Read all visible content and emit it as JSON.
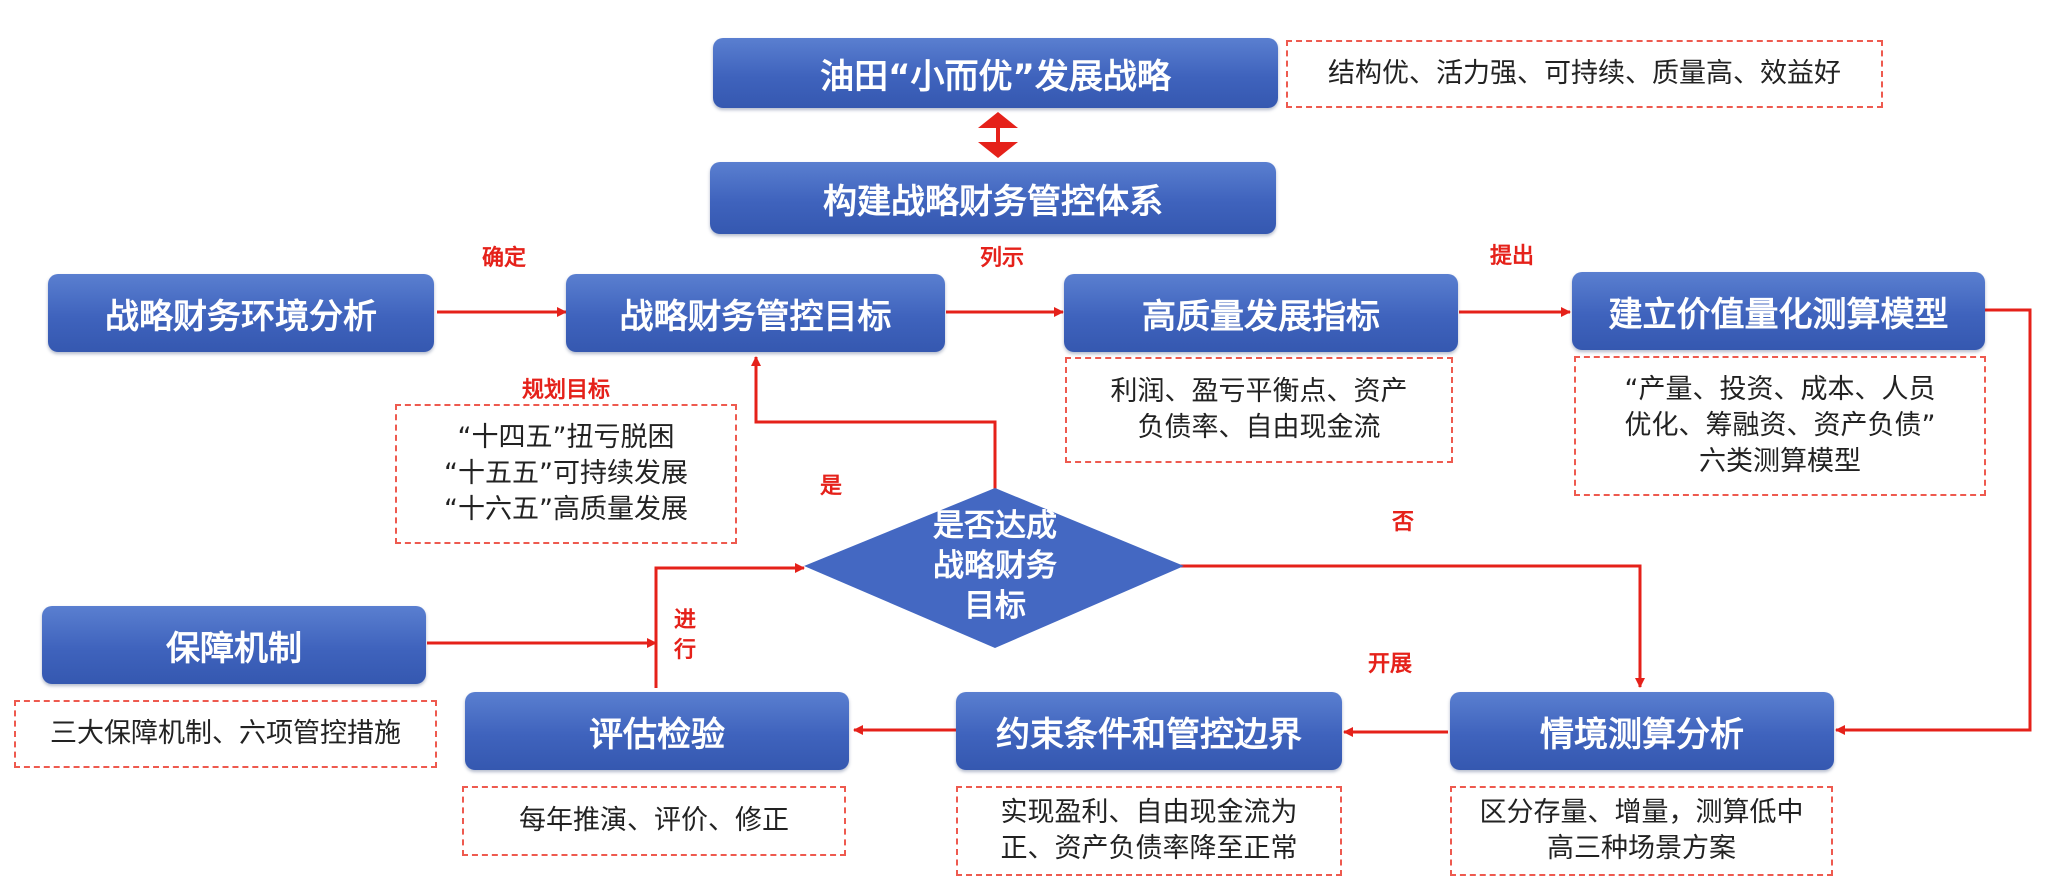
{
  "nodes": {
    "top_strategy": "油田“小而优”发展战略",
    "build_system": "构建战略财务管控体系",
    "env_analysis": "战略财务环境分析",
    "target": "战略财务管控目标",
    "indicators": "高质量发展指标",
    "model": "建立价值量化测算模型",
    "decision": "是否达成\n战略财务\n目标",
    "guarantee": "保障机制",
    "evaluation": "评估检验",
    "constraints": "约束条件和管控边界",
    "scenario": "情境测算分析"
  },
  "notes": {
    "top_strategy": "结构优、活力强、可持续、质量高、效益好",
    "planning": "“十四五”扭亏脱困\n“十五五”可持续发展\n“十六五”高质量发展",
    "indicators": "利润、盈亏平衡点、资产\n负债率、自由现金流",
    "model": "“产量、投资、成本、人员\n优化、筹融资、资产负债”\n六类测算模型",
    "guarantee": "三大保障机制、六项管控措施",
    "evaluation": "每年推演、评价、修正",
    "constraints": "实现盈利、自由现金流为\n正、资产负债率降至正常",
    "scenario": "区分存量、增量，测算低中\n高三种场景方案"
  },
  "labels": {
    "confirm": "确定",
    "list": "列示",
    "propose": "提出",
    "planning_goal": "规划目标",
    "yes": "是",
    "no": "否",
    "carry_out": "进\n行",
    "launch": "开展"
  },
  "colors": {
    "box_fill": "#3f63bd",
    "arrow": "#e5211a",
    "note_border": "#ee5a4f"
  }
}
